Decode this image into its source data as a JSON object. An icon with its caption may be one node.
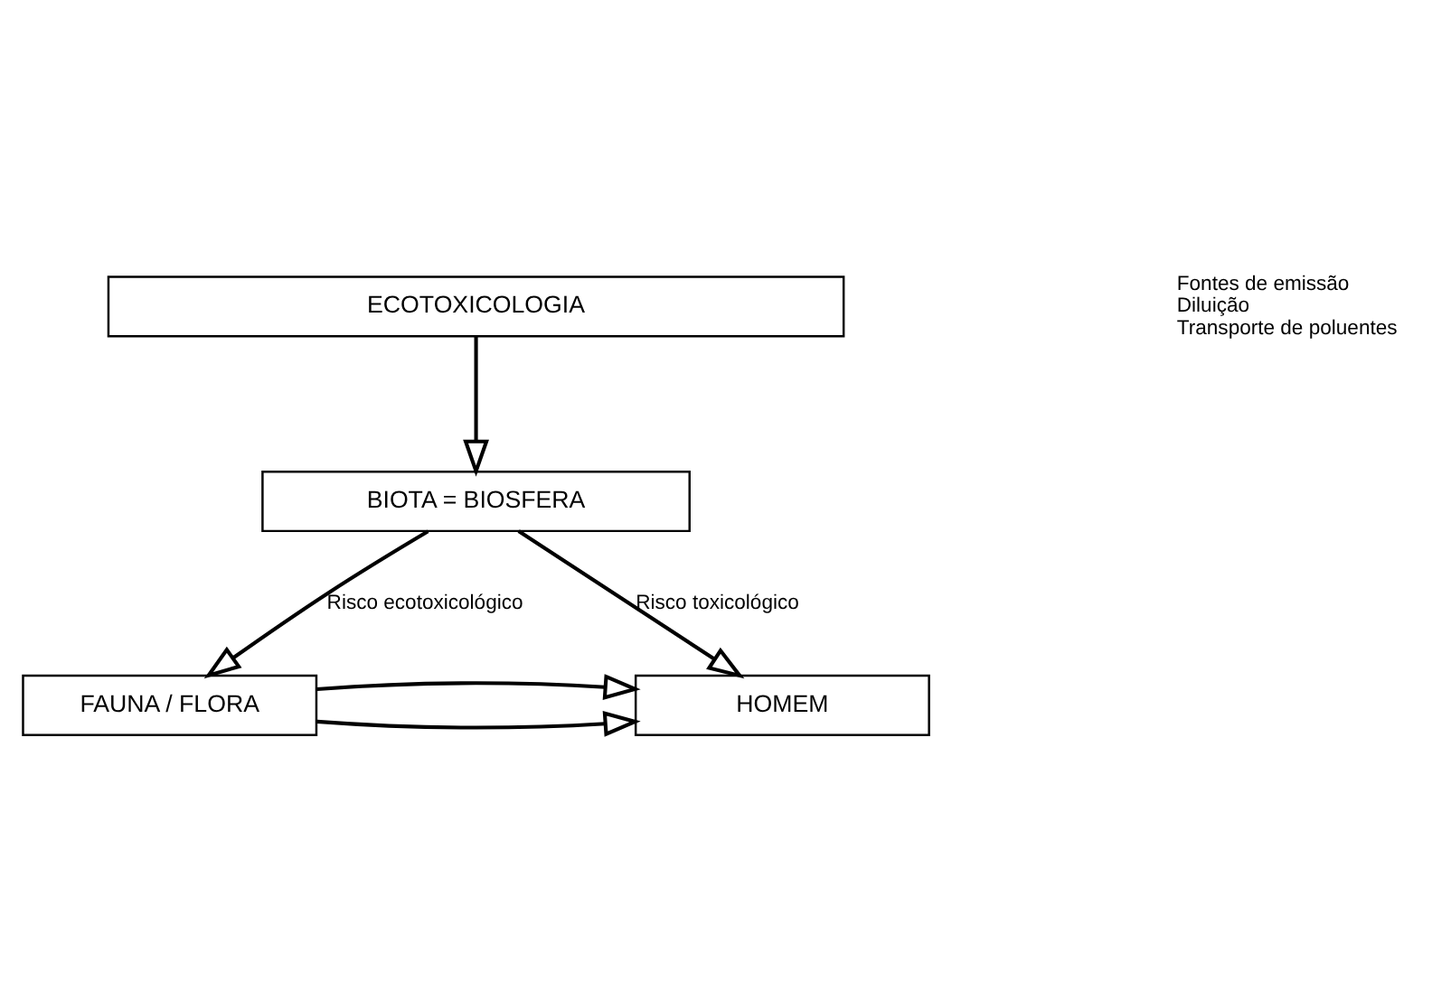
{
  "diagram": {
    "nodes": [
      {
        "text": [
          "ECOTOXICOLOGIA"
        ]
      },
      {
        "text": [
          "BIOTA = BIOSFERA"
        ]
      },
      {
        "text": [
          "FAUNA / FLORA"
        ]
      },
      {
        "text": [
          "HOMEM"
        ]
      }
    ],
    "edges": [
      {
        "from": 0,
        "to": 1,
        "arrow": "to"
      },
      {
        "from": 1,
        "to": 2,
        "arrow": "to",
        "label": "Risco ecotoxicológico"
      },
      {
        "from": 1,
        "to": 3,
        "arrow": "to",
        "label": "Risco toxicológico"
      },
      {
        "from": 2,
        "to": 3,
        "arrow": "to"
      },
      {
        "from": 2,
        "to": 3,
        "arrow": "to"
      }
    ],
    "labels": [
      "Fontes de emissão",
      "Diluição",
      "Transporte de poluentes"
    ]
  }
}
